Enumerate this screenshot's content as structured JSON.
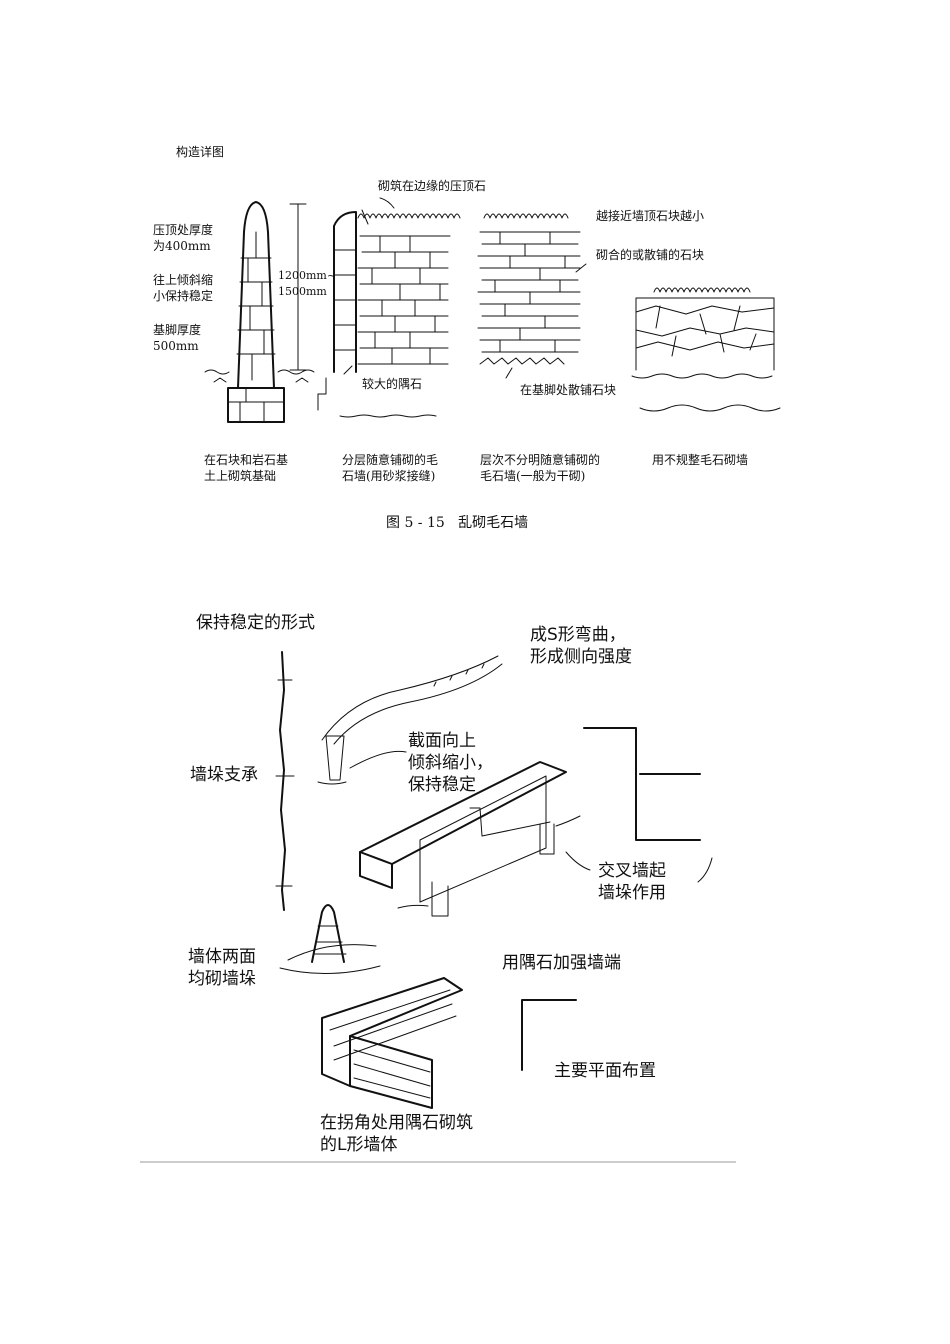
{
  "top_figure": {
    "heading": "构造详图",
    "left_notes": [
      "压顶处厚度\n为400mm",
      "往上倾斜缩\n小保持稳定",
      "基脚厚度\n500mm"
    ],
    "height_dim": "1200mm~\n1500mm",
    "coping_note": "砌筑在边缘的压顶石",
    "smaller_top_note": "越接近墙顶石块越小",
    "stone_note": "砌合的或散铺的石块",
    "quoin_note": "较大的隅石",
    "footing_note": "在基脚处散铺石块",
    "captions": [
      "在石块和岩石基\n土上砌筑基础",
      "分层随意铺砌的毛\n石墙(用砂浆接缝)",
      "层次不分明随意铺砌的\n毛石墙(一般为干砌)",
      "用不规整毛石砌墙"
    ],
    "figure_caption": "图 5 - 15   乱砌毛石墙"
  },
  "bottom_figure": {
    "heading": "保持稳定的形式",
    "s_curve": "成S形弯曲，\n形成侧向强度",
    "tapered": "截面向上\n倾斜缩小，\n保持稳定",
    "pier_support": "墙垛支承",
    "cross_wall": "交叉墙起\n墙垛作用",
    "both_faces": "墙体两面\n均砌墙垛",
    "quoin_end": "用隅石加强墙端",
    "main_plan": "主要平面布置",
    "l_wall": "在拐角处用隅石砌筑\n的L形墙体"
  }
}
